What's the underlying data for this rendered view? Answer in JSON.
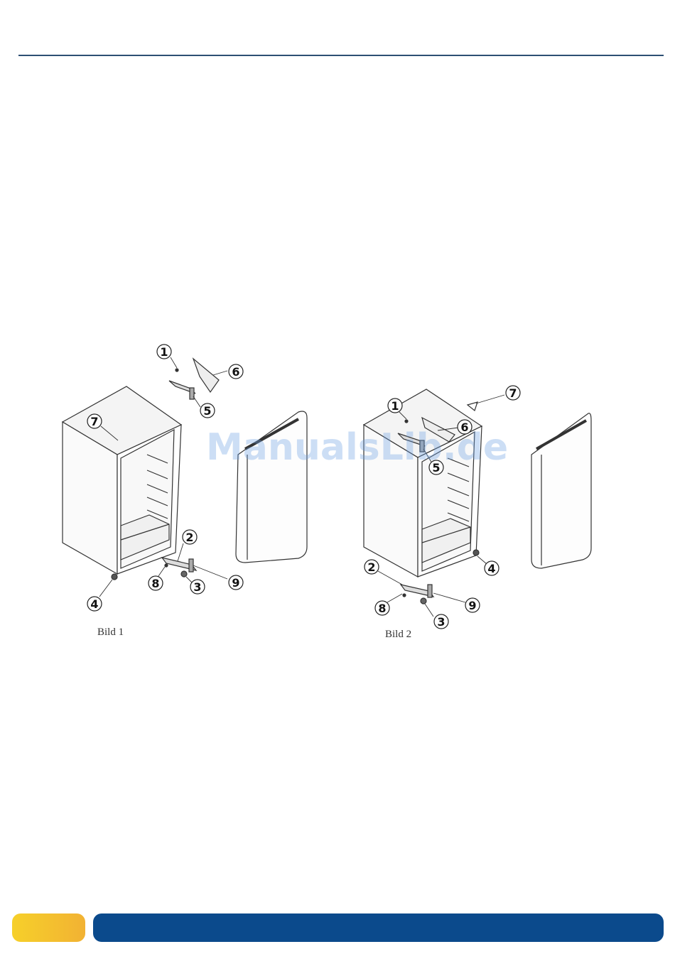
{
  "watermark": "ManualsLib.de",
  "figure1": {
    "caption": "Bild 1",
    "callouts": [
      "1",
      "6",
      "5",
      "7",
      "2",
      "8",
      "3",
      "9",
      "4"
    ]
  },
  "figure2": {
    "caption": "Bild 2",
    "callouts": [
      "1",
      "7",
      "6",
      "5",
      "2",
      "4",
      "8",
      "9",
      "3"
    ]
  },
  "colors": {
    "rule": "#2d4f73",
    "footer_bar": "#0b4a8c",
    "footer_tab_start": "#f6d02a",
    "footer_tab_end": "#f2b233"
  }
}
